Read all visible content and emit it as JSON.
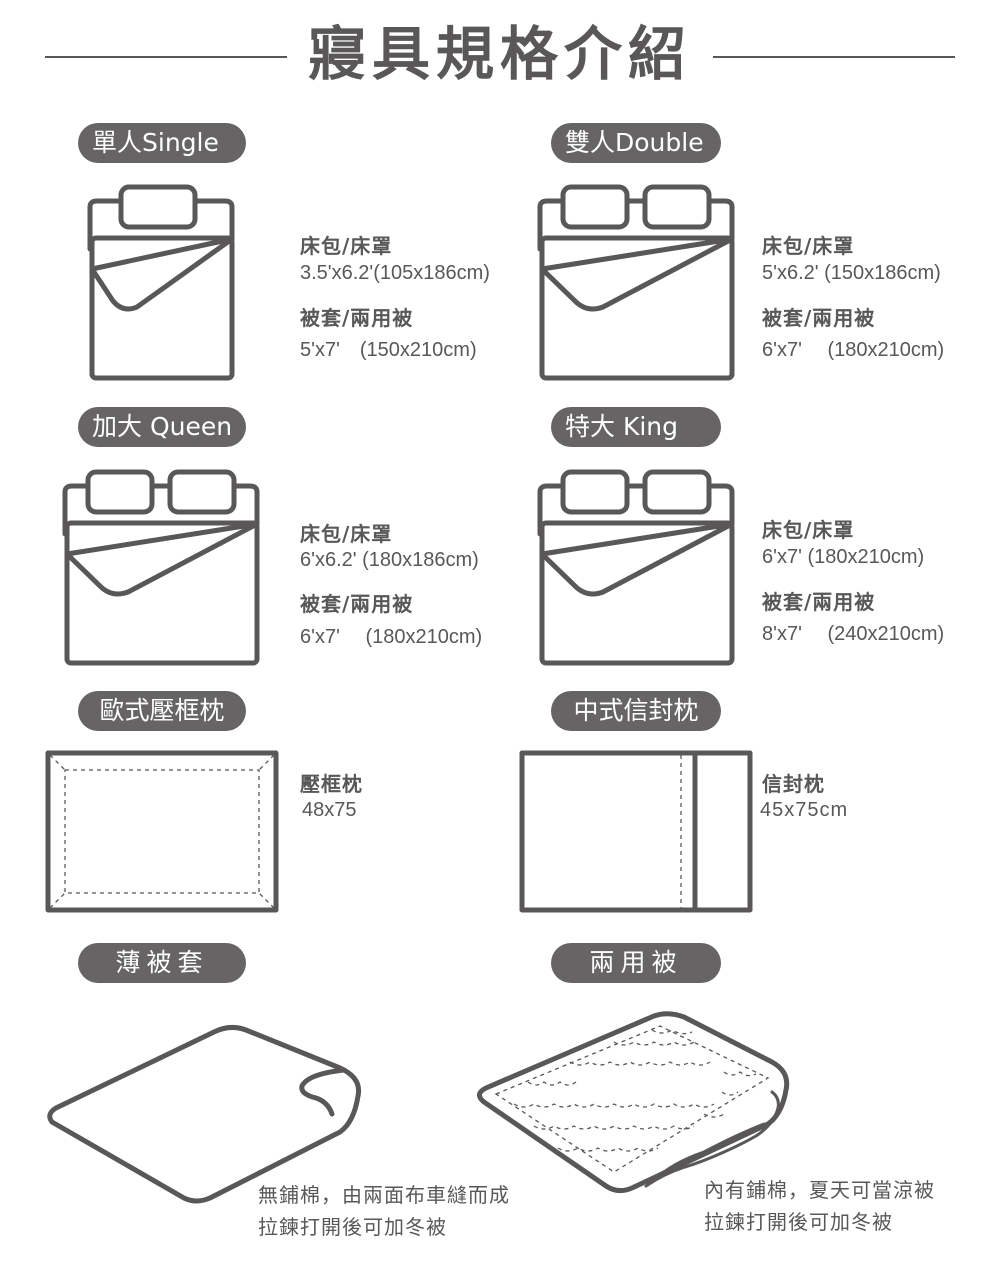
{
  "title": "寢具規格介紹",
  "sections": {
    "single": {
      "label": "單人Single",
      "sheet_label": "床包/床罩",
      "sheet_size": "3.5'x6.2'(105x186cm)",
      "quilt_label": "被套/兩用被",
      "quilt_size": "5'x7'　(150x210cm)"
    },
    "double": {
      "label": "雙人Double",
      "sheet_label": "床包/床罩",
      "sheet_size": "5'x6.2'  (150x186cm)",
      "quilt_label": "被套/兩用被",
      "quilt_size": "6'x7'　 (180x210cm)"
    },
    "queen": {
      "label": "加大 Queen",
      "sheet_label": "床包/床罩",
      "sheet_size": "6'x6.2'  (180x186cm)",
      "quilt_label": "被套/兩用被",
      "quilt_size": "6'x7'　 (180x210cm)"
    },
    "king": {
      "label": "特大  King",
      "sheet_label": "床包/床罩",
      "sheet_size": "6'x7'  (180x210cm)",
      "quilt_label": "被套/兩用被",
      "quilt_size": "8'x7'　 (240x210cm)"
    },
    "euro_pillow": {
      "label": "歐式壓框枕",
      "item_label": "壓框枕",
      "size": "48x75"
    },
    "envelope_pillow": {
      "label": "中式信封枕",
      "item_label": "信封枕",
      "size": "45x75cm"
    },
    "thin_cover": {
      "label": "薄被套",
      "note_line1": "無鋪棉，由兩面布車縫而成",
      "note_line2": "拉鍊打開後可加冬被"
    },
    "dual_quilt": {
      "label": "兩用被",
      "note_line1": "內有鋪棉，夏天可當涼被",
      "note_line2": "拉鍊打開後可加冬被"
    }
  },
  "colors": {
    "primary": "#595757",
    "pill_bg": "#666464",
    "pill_text": "#ffffff",
    "background": "#ffffff"
  },
  "icons": [
    "single-bed-icon",
    "double-bed-icon",
    "queen-bed-icon",
    "king-bed-icon",
    "euro-pillow-icon",
    "envelope-pillow-icon",
    "thin-cover-icon",
    "dual-quilt-icon"
  ]
}
